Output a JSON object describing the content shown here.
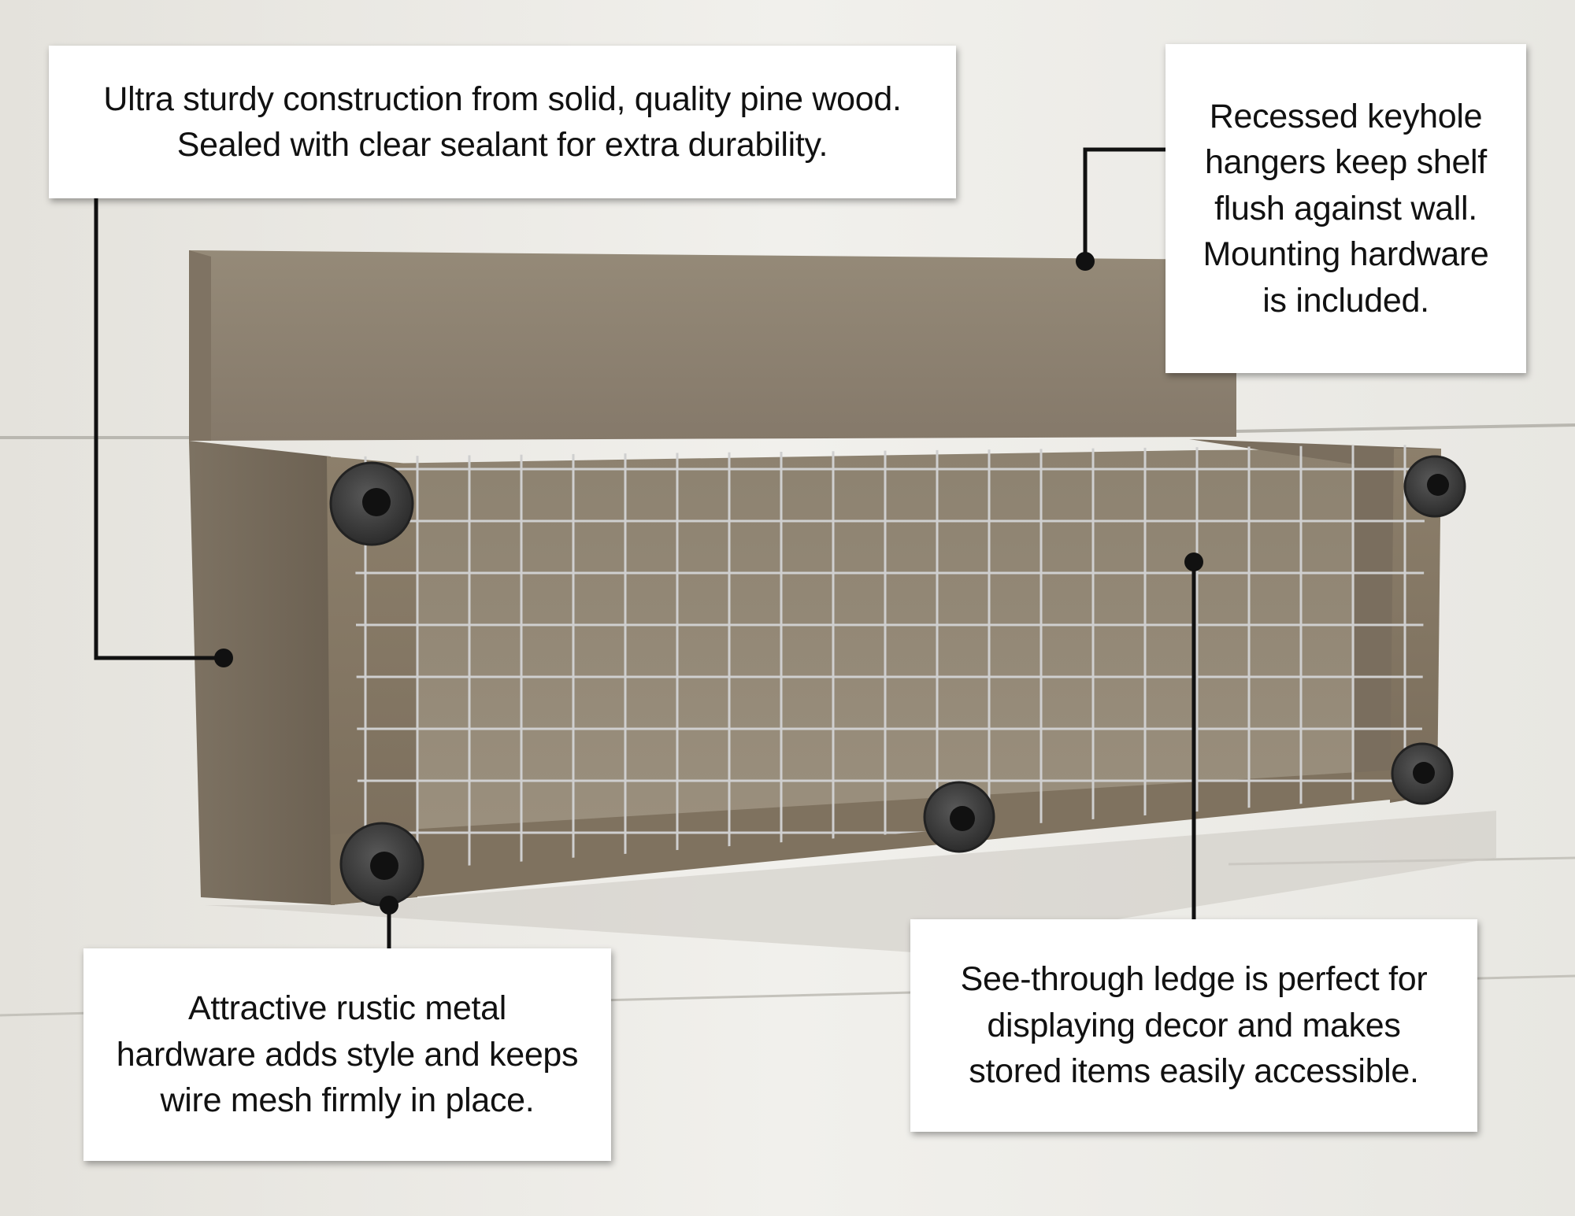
{
  "callouts": {
    "wood": "Ultra sturdy construction from solid, quality pine wood.\nSealed with clear sealant for extra durability.",
    "keyhole": "Recessed keyhole\nhangers keep shelf\nflush against wall.\nMounting hardware\nis included.",
    "hardware": "Attractive rustic metal\nhardware adds style and keeps\nwire mesh firmly in place.",
    "ledge": "See-through ledge is perfect for\ndisplaying decor and makes\nstored items easily accessible."
  },
  "colors": {
    "wall": "#ecebe6",
    "wood": "#8a7c68",
    "wood_dark": "#6e6252",
    "wire": "#c9c9c9",
    "hardware": "#3d3d3d",
    "leader_line": "#111111",
    "callout_bg": "#ffffff"
  }
}
